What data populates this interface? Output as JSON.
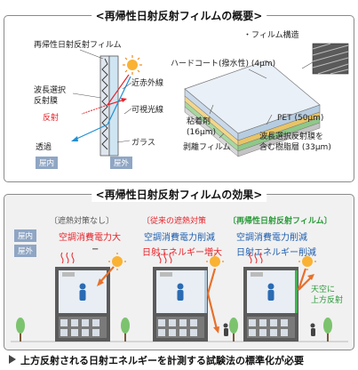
{
  "overview": {
    "title": "<再帰性日射反射フィルムの概要>",
    "film_label": "再帰性日射反射フィルム",
    "structure_label": "・フィルム構造",
    "wave_selective_film": "波長選択\n反射膜",
    "reflection": "反射",
    "transmission": "透過",
    "near_ir": "近赤外線",
    "visible": "可視光線",
    "glass": "ガラス",
    "indoor": "屋内",
    "outdoor": "屋外",
    "hardcoat": "ハードコート(撥水性) (4μm)",
    "adhesive": "粘着剤\n(16μm)",
    "release_film": "剥離フィルム",
    "pet": "PET (50μm)",
    "resin_layer": "波長選択反射膜を\n含む樹脂層 (33μm)"
  },
  "effect": {
    "title": "<再帰性日射反射フィルムの効果>",
    "col_none": "〔遮熱対策なし〕",
    "col_conventional": "〔従来の遮熱対策",
    "col_film": "〔再帰性日射反射フィルム〕",
    "row_indoor": "屋内",
    "row_outdoor": "屋外",
    "none_indoor": "空調消費電力大",
    "none_outdoor": "−",
    "conv_indoor": "空調消費電力削減",
    "conv_outdoor": "日射エネルギー増大",
    "film_indoor": "空調消費電力削減",
    "film_outdoor": "日射エネルギー削減",
    "sky_note": "天空に\n上方反射"
  },
  "bottom_note": "上方反射される日射エネルギーを計測する試験法の標準化が必要",
  "colors": {
    "red": "#e6232a",
    "blue": "#1f5fae",
    "green": "#2a9a3a",
    "orange_arrow": "#e8702a",
    "sun": "#f08a1c",
    "panel_border": "#8a8a8a",
    "tag_bg": "#8fa6c4"
  },
  "icons": [
    "sun-icon",
    "person-icon",
    "tree-icon",
    "building-icon",
    "heat-waves-icon"
  ]
}
